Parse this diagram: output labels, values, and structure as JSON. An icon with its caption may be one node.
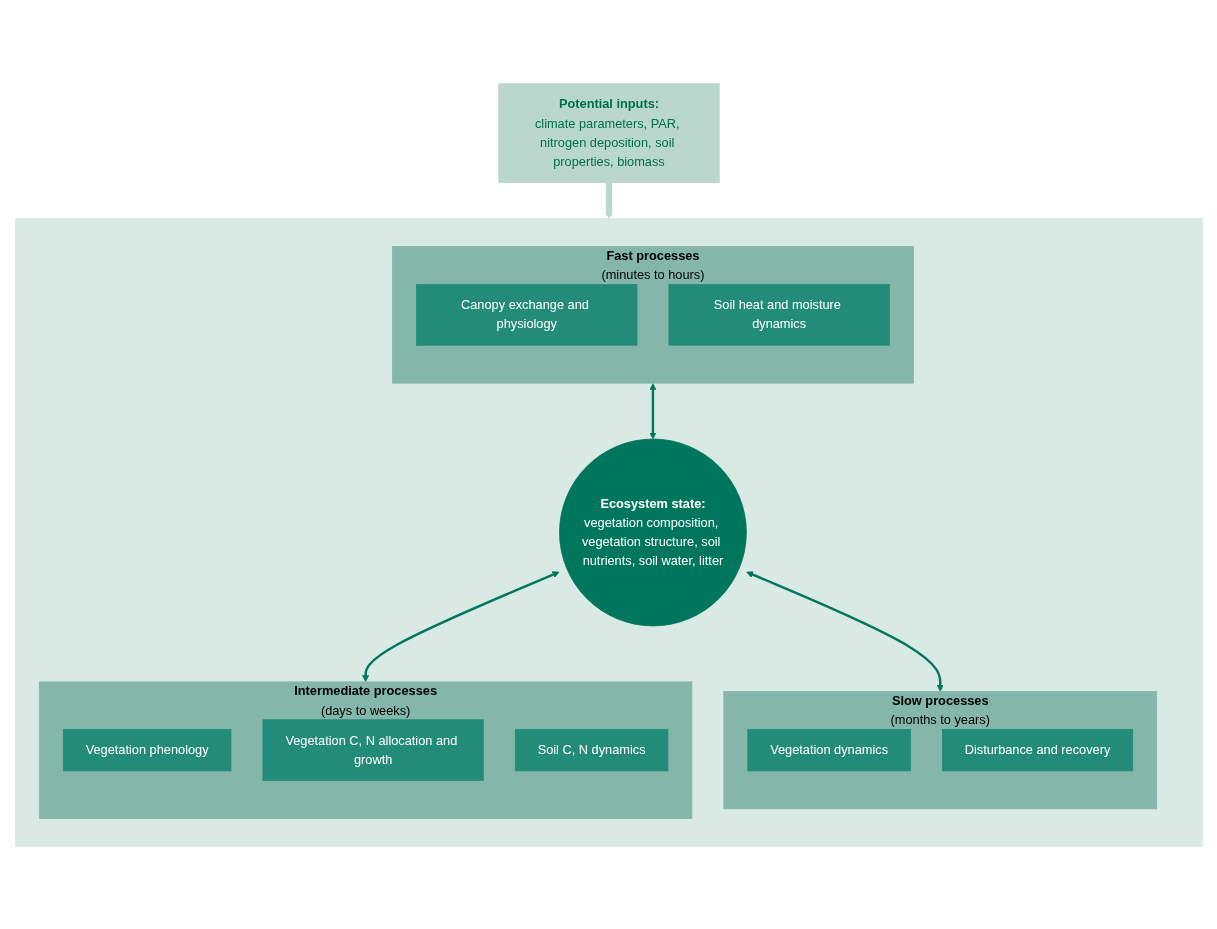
{
  "diagram": {
    "nodes": [
      {
        "text": [
          "Potential inputs:",
          "climate parameters, PAR, nitrogen deposition, soil properties, biomass"
        ]
      },
      {
        "text": [],
        "shape": "box"
      },
      {
        "text": [
          "Fast processes",
          "(minutes to hours)"
        ],
        "in": 1
      },
      {
        "text": [
          "Canopy exchange and physiology"
        ],
        "in": 2
      },
      {
        "text": [
          "Soil heat and moisture dynamics"
        ],
        "in": 2
      },
      {
        "text": [
          "Ecosystem state:",
          "vegetation composition, vegetation structure, soil nutrients, soil water, litter"
        ],
        "in": 1
      },
      {
        "text": [
          "Slow processes",
          "(months to years)"
        ],
        "in": 1
      },
      {
        "text": [
          "Vegetation dynamics"
        ],
        "in": 6
      },
      {
        "text": [
          "Disturbance and recovery"
        ],
        "in": 6
      },
      {
        "text": [
          "Intermediate processes",
          "(days to weeks)"
        ],
        "in": 1
      },
      {
        "text": [
          "Vegetation phenology"
        ],
        "in": 9
      },
      {
        "text": [
          "Vegetation C, N allocation and growth"
        ],
        "in": 9
      },
      {
        "text": [
          "Soil C, N dynamics"
        ],
        "in": 9
      }
    ],
    "edges": [
      {
        "from": 0,
        "to": 1,
        "arrow": "to",
        "style": "thick",
        "color": "#bad7ce"
      },
      {
        "from": 2,
        "to": 5,
        "arrow": "both"
      },
      {
        "from": 5,
        "to": 6,
        "arrow": "both"
      },
      {
        "from": 5,
        "to": 9,
        "arrow": "both"
      }
    ]
  }
}
